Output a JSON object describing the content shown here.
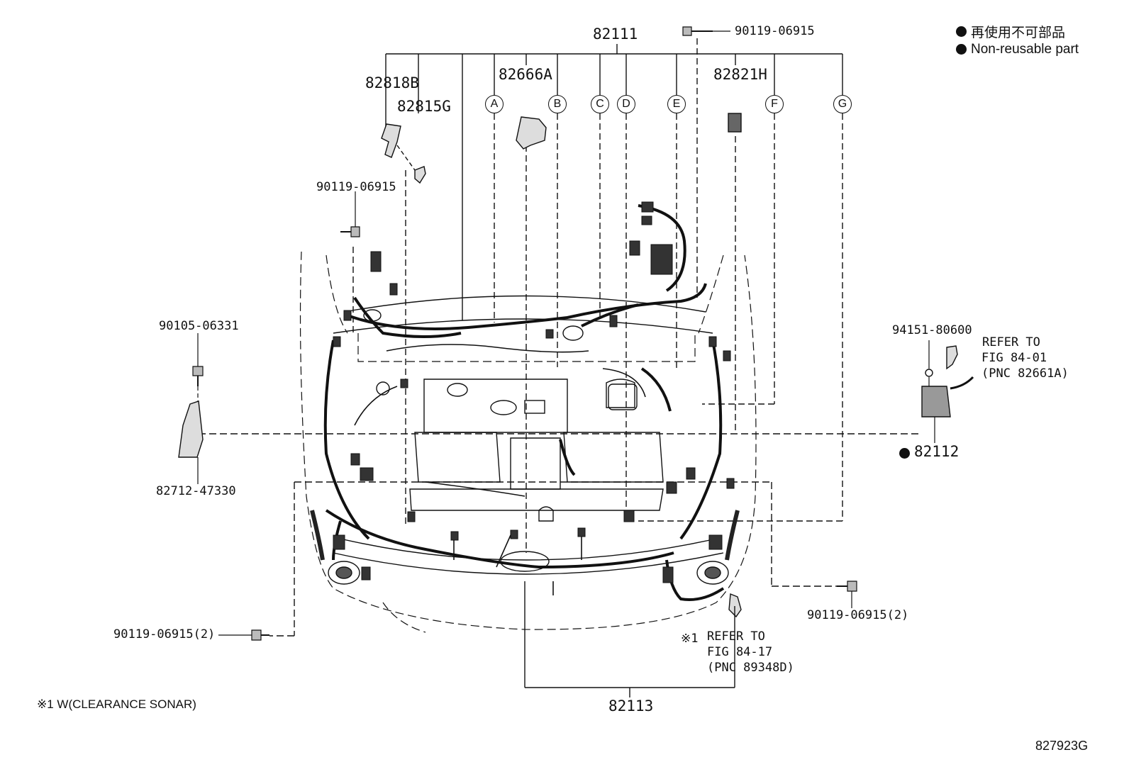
{
  "legend": {
    "japanese": "再使用不可部品",
    "english": "Non-reusable part"
  },
  "callouts": {
    "main_harness": "82111",
    "p82818b": "82818B",
    "p82815g": "82815G",
    "p82666a": "82666A",
    "p82821h": "82821H",
    "bolt_top_right": "90119-06915",
    "bolt_top_left": "90119-06915",
    "bolt_90105": "90105-06331",
    "bracket_82712": "82712-47330",
    "bolt_bottom_left": "90119-06915(2)",
    "bolt_bottom_right": "90119-06915(2)",
    "clip_94151": "94151-80600",
    "sub_harness_82112": "82112",
    "harness_82113": "82113"
  },
  "circle_letters": [
    "A",
    "B",
    "C",
    "D",
    "E",
    "F",
    "G"
  ],
  "refer_right": {
    "line1": "REFER TO",
    "line2": "FIG 84-01",
    "line3": "(PNC 82661A)"
  },
  "refer_bottom": {
    "mark": "※1",
    "line1": "REFER TO",
    "line2": "FIG 84-17",
    "line3": "(PNC 89348D)"
  },
  "footnote": "※1 W(CLEARANCE SONAR)",
  "illustration_id": "827923G"
}
